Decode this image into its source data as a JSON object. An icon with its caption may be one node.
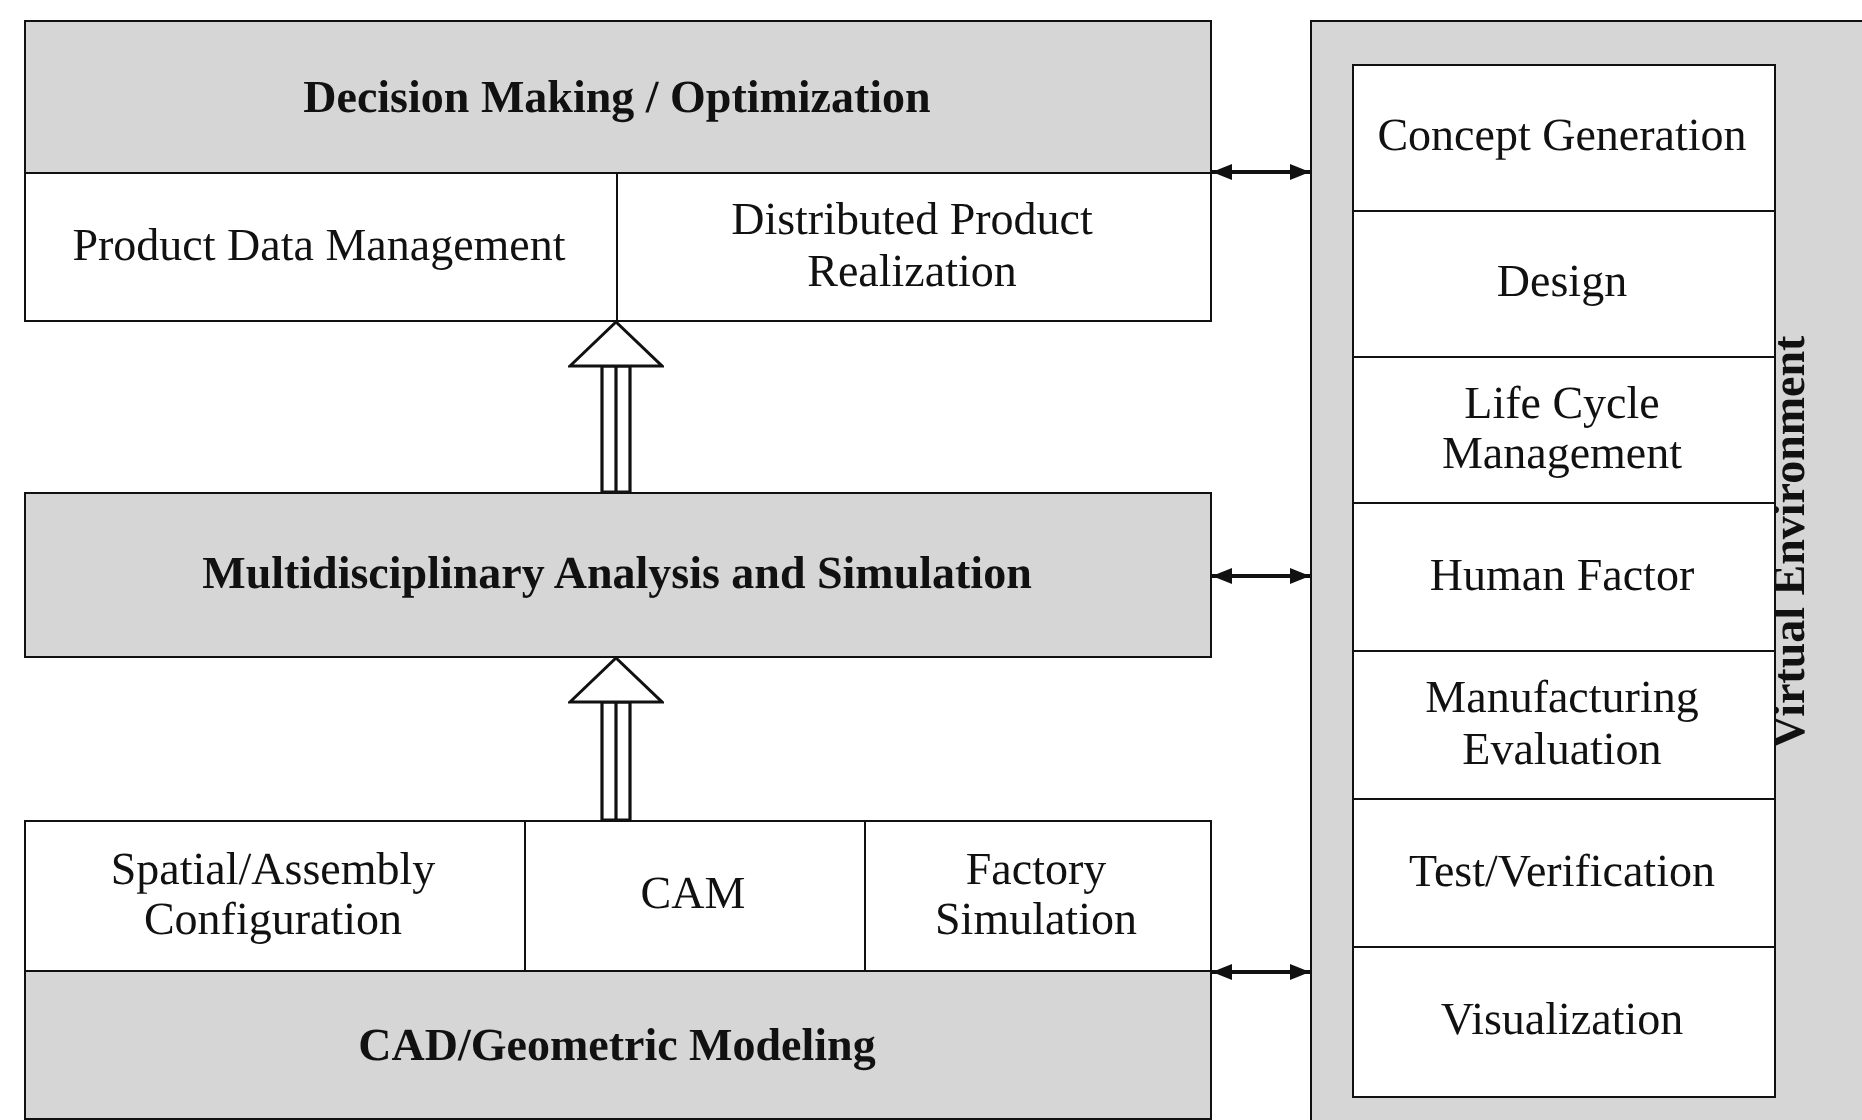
{
  "diagram": {
    "nodes": [
      {
        "text": [
          "Decision Making / Optimization"
        ]
      },
      {
        "text": [
          "Product Data Management"
        ],
        "in": 0
      },
      {
        "text": [
          "Distributed Product Realization"
        ],
        "in": 0
      },
      {
        "text": [
          "Multidisciplinary Analysis and Simulation"
        ]
      },
      {
        "text": [
          "CAD/Geometric Modeling"
        ]
      },
      {
        "text": [
          "Spatial/Assembly Configuration"
        ],
        "in": 4
      },
      {
        "text": [
          "CAM"
        ],
        "in": 4
      },
      {
        "text": [
          "Factory Simulation"
        ],
        "in": 4
      },
      {
        "text": [
          "Virtual Environment"
        ]
      },
      {
        "text": [
          "Concept Generation"
        ],
        "in": 8
      },
      {
        "text": [
          "Design"
        ],
        "in": 8
      },
      {
        "text": [
          "Life Cycle Management"
        ],
        "in": 8
      },
      {
        "text": [
          "Human Factor"
        ],
        "in": 8
      },
      {
        "text": [
          "Manufacturing Evaluation"
        ],
        "in": 8
      },
      {
        "text": [
          "Test/Verification"
        ],
        "in": 8
      },
      {
        "text": [
          "Visualization"
        ],
        "in": 8
      }
    ],
    "edges": [
      {
        "from": 3,
        "to": 0,
        "arrow": "to"
      },
      {
        "from": 6,
        "to": 3,
        "arrow": "to"
      },
      {
        "from": 0,
        "to": 8,
        "arrow": "both"
      },
      {
        "from": 3,
        "to": 8,
        "arrow": "both"
      },
      {
        "from": 4,
        "to": 8,
        "arrow": "both"
      }
    ]
  }
}
